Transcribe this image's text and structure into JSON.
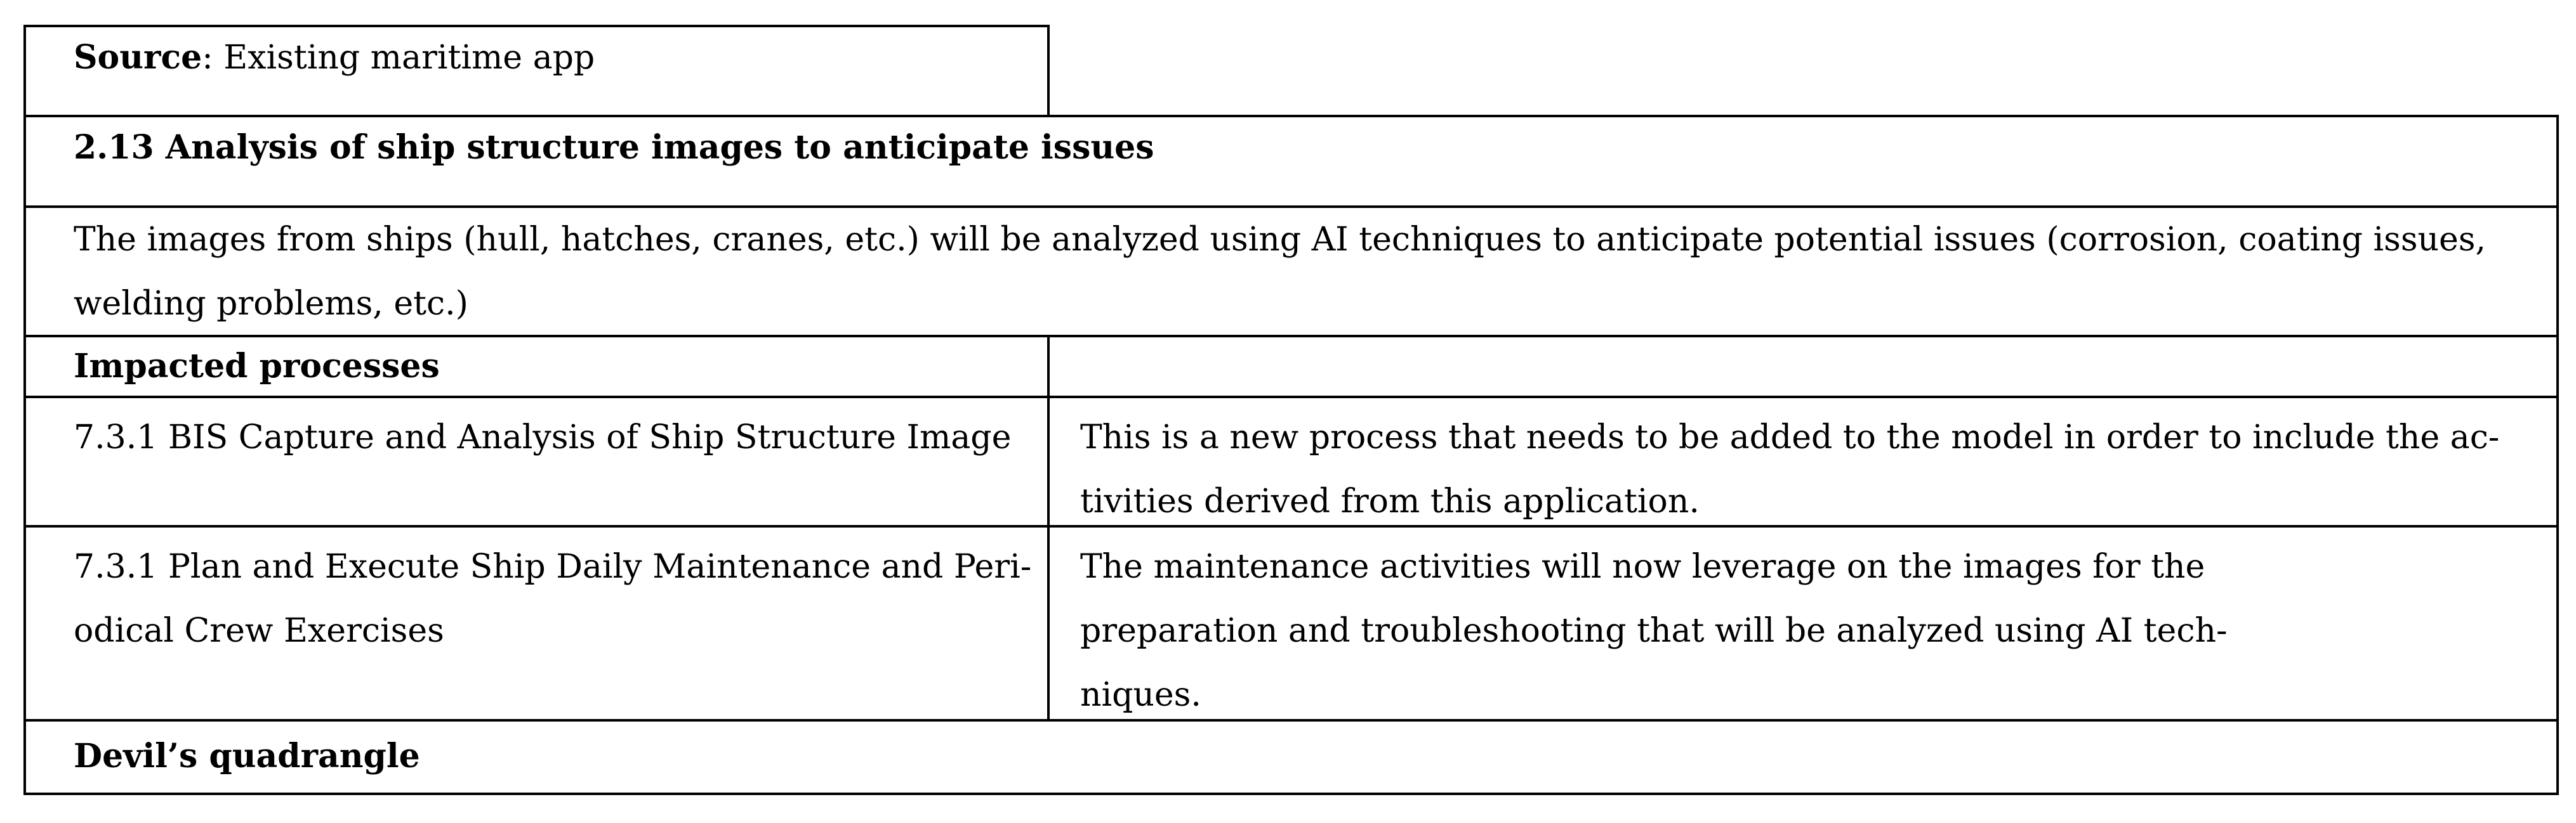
{
  "source_row": {
    "label": "Source",
    "value": ": Existing maritime app"
  },
  "section": {
    "title": "2.13 Analysis of ship structure images to anticipate issues",
    "description_lines": [
      "The images from ships (hull, hatches, cranes, etc.) will be analyzed using AI techniques to anticipate potential issues (corrosion, coating issues,",
      "welding problems, etc.)"
    ]
  },
  "impacted_processes": {
    "header": "Impacted processes",
    "rows": [
      {
        "process_lines": [
          "7.3.1 BIS Capture and Analysis of Ship Structure Image"
        ],
        "impact_lines": [
          "This is a new process that needs to be added to the model in order to include the ac-",
          "tivities derived from this application."
        ]
      },
      {
        "process_lines": [
          "7.3.1 Plan and Execute Ship Daily Maintenance and Peri-",
          "odical Crew Exercises"
        ],
        "impact_lines": [
          "The maintenance activities will now leverage on the images for the",
          "preparation and troubleshooting that will be analyzed using AI tech-",
          "niques."
        ]
      }
    ]
  },
  "devils_quadrangle": {
    "header": "Devil’s quadrangle"
  }
}
